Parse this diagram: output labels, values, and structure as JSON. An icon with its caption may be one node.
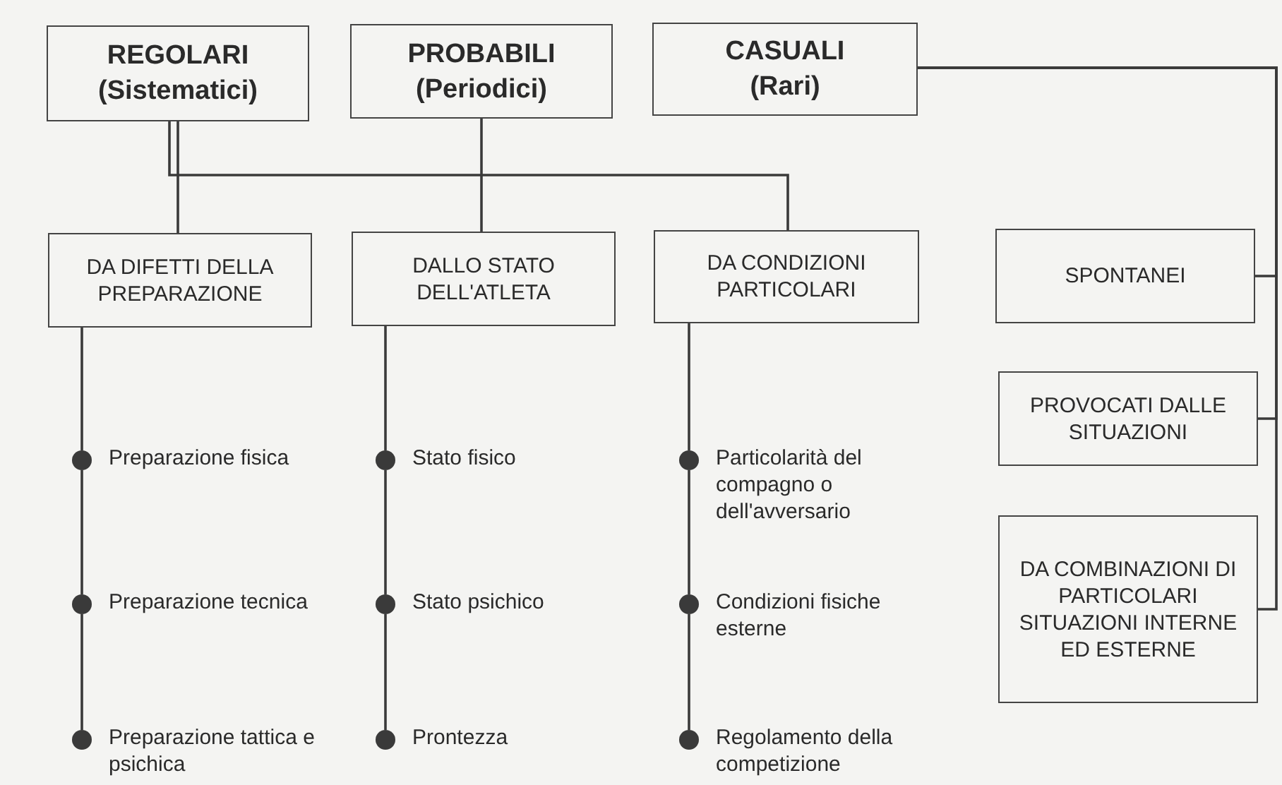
{
  "diagram": {
    "nodes": [
      {
        "text": [
          "REGOLARI",
          "(Sistematici)"
        ]
      },
      {
        "text": [
          "PROBABILI",
          "(Periodici)"
        ]
      },
      {
        "text": [
          "CASUALI",
          "(Rari)"
        ]
      },
      {
        "text": [
          "DA DIFETTI DELLA PREPARAZIONE"
        ]
      },
      {
        "text": [
          "DALLO STATO DELL'ATLETA"
        ]
      },
      {
        "text": [
          "DA CONDIZIONI PARTICOLARI"
        ]
      },
      {
        "text": [
          "SPONTANEI"
        ]
      },
      {
        "text": [
          "PROVOCATI DALLE SITUAZIONI"
        ]
      },
      {
        "text": [
          "DA COMBINAZIONI DI PARTICOLARI SITUAZIONI INTERNE ED ESTERNE"
        ]
      },
      {
        "text": [],
        "shape": "circle",
        "beside": [
          "Preparazione fisica"
        ]
      },
      {
        "text": [],
        "shape": "circle",
        "beside": [
          "Preparazione tecnica"
        ]
      },
      {
        "text": [],
        "shape": "circle",
        "beside": [
          "Preparazione tattica e psichica"
        ]
      },
      {
        "text": [],
        "shape": "circle",
        "beside": [
          "Stato fisico"
        ]
      },
      {
        "text": [],
        "shape": "circle",
        "beside": [
          "Stato psichico"
        ]
      },
      {
        "text": [],
        "shape": "circle",
        "beside": [
          "Prontezza"
        ]
      },
      {
        "text": [],
        "shape": "circle",
        "beside": [
          "Particolarità del compagno o dell'avversario"
        ]
      },
      {
        "text": [],
        "shape": "circle",
        "beside": [
          "Condizioni fisiche esterne"
        ]
      },
      {
        "text": [],
        "shape": "circle",
        "beside": [
          "Regolamento della competizione"
        ]
      }
    ],
    "edges": [
      {
        "from": 0,
        "to": 3,
        "arrow": "none"
      },
      {
        "from": 0,
        "to": 5,
        "arrow": "none"
      },
      {
        "from": 1,
        "to": 4,
        "arrow": "none"
      },
      {
        "from": 2,
        "to": 6,
        "arrow": "none"
      },
      {
        "from": 2,
        "to": 7,
        "arrow": "none"
      },
      {
        "from": 2,
        "to": 8,
        "arrow": "none"
      },
      {
        "from": 3,
        "to": 9,
        "arrow": "none"
      },
      {
        "from": 9,
        "to": 10,
        "arrow": "none"
      },
      {
        "from": 10,
        "to": 11,
        "arrow": "none"
      },
      {
        "from": 4,
        "to": 12,
        "arrow": "none"
      },
      {
        "from": 12,
        "to": 13,
        "arrow": "none"
      },
      {
        "from": 13,
        "to": 14,
        "arrow": "none"
      },
      {
        "from": 5,
        "to": 15,
        "arrow": "none"
      },
      {
        "from": 15,
        "to": 16,
        "arrow": "none"
      },
      {
        "from": 16,
        "to": 17,
        "arrow": "none"
      }
    ]
  }
}
